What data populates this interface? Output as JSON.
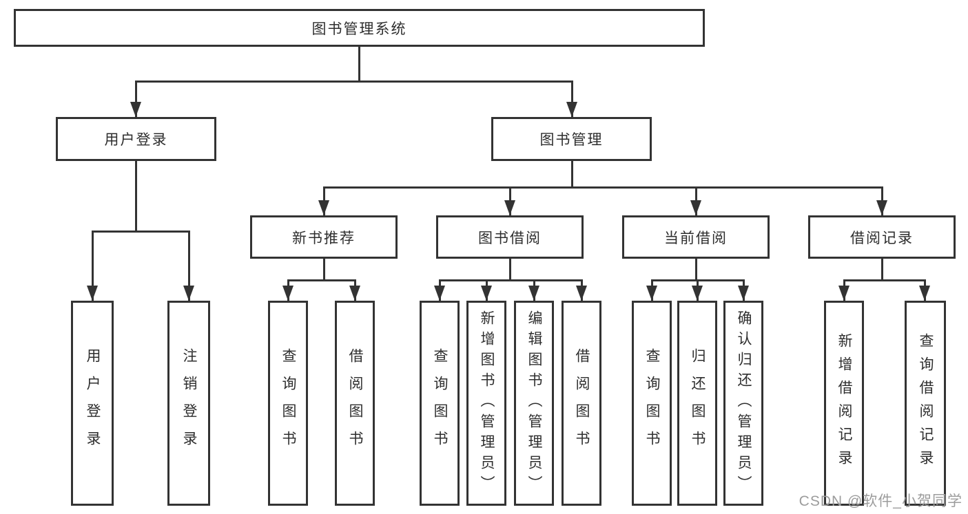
{
  "diagram": {
    "root": {
      "label": "图书管理系统",
      "children": [
        {
          "label": "用户登录",
          "children": [
            {
              "label": "用户登录"
            },
            {
              "label": "注销登录"
            }
          ]
        },
        {
          "label": "图书管理",
          "children": [
            {
              "label": "新书推荐",
              "children": [
                {
                  "label": "查询图书"
                },
                {
                  "label": "借阅图书"
                }
              ]
            },
            {
              "label": "图书借阅",
              "children": [
                {
                  "label": "查询图书"
                },
                {
                  "label": "新增图书（管理员）"
                },
                {
                  "label": "编辑图书（管理员）"
                },
                {
                  "label": "借阅图书"
                }
              ]
            },
            {
              "label": "当前借阅",
              "children": [
                {
                  "label": "查询图书"
                },
                {
                  "label": "归还图书"
                },
                {
                  "label": "确认归还（管理员）"
                }
              ]
            },
            {
              "label": "借阅记录",
              "children": [
                {
                  "label": "新增借阅记录"
                },
                {
                  "label": "查询借阅记录"
                }
              ]
            }
          ]
        }
      ]
    }
  },
  "watermark": {
    "text": "CSDN @软件_小贺同学"
  },
  "colors": {
    "line": "#333333",
    "text": "#2e2e2e",
    "watermark": "#9c9c9c",
    "background": "#ffffff"
  }
}
